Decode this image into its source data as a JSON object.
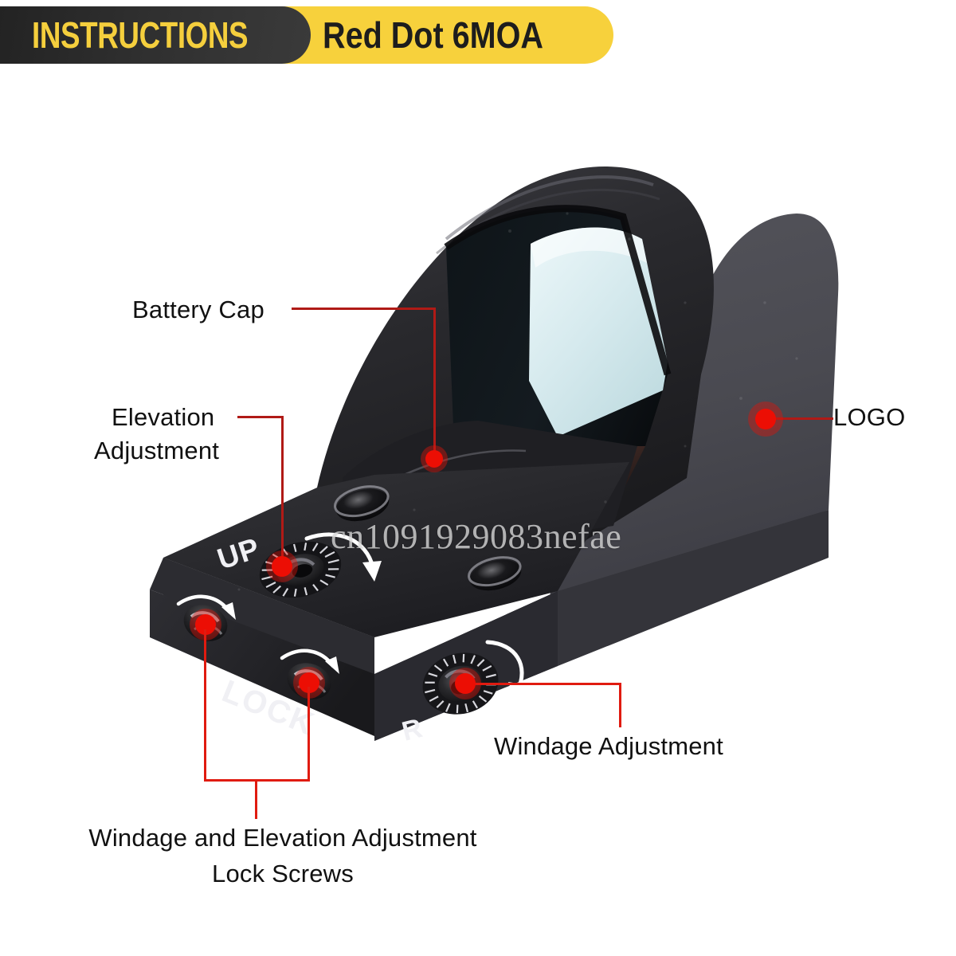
{
  "header": {
    "badge_label": "INSTRUCTIONS",
    "title": "Red Dot 6MOA",
    "badge_bg": "#2f2f2f",
    "badge_text_color": "#f5cf3d",
    "title_bg": "#f7d13c",
    "title_text_color": "#1d1d1d"
  },
  "watermark": {
    "text": "cn1091929083nefae",
    "color": "#d6d6d6"
  },
  "callouts": {
    "battery_cap": "Battery Cap",
    "elevation_adjustment_line1": "Elevation",
    "elevation_adjustment_line2": "Adjustment",
    "logo": "LOGO",
    "windage_adjustment": "Windage Adjustment",
    "lock_screws_line1": "Windage and Elevation Adjustment",
    "lock_screws_line2": "Lock Screws"
  },
  "device": {
    "markings": {
      "up": "UP",
      "lock": "LOCK",
      "right": "R"
    },
    "body_color": "#2b2b2e",
    "side_panel_color": "#4c4c53",
    "lens_color": "#d8ebee",
    "marker_color": "#f50b00",
    "leader_color": "#b01a16"
  }
}
